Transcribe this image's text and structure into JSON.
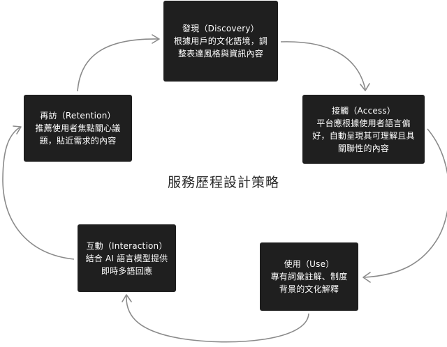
{
  "diagram": {
    "center_title": "服務歷程設計策略",
    "nodes": {
      "discovery": {
        "title": "發現（Discovery）",
        "desc_line1": "根據用戶的文化語境，調",
        "desc_line2": "整表達風格與資訊內容"
      },
      "access": {
        "title": "接觸（Access）",
        "desc_line1": "平台應根據使用者語言偏",
        "desc_line2": "好，自動呈現其可理解且具",
        "desc_line3": "關聯性的內容"
      },
      "use": {
        "title": "使用（Use）",
        "desc_line1": "專有詞彙註解、制度",
        "desc_line2": "背景的文化解釋"
      },
      "interaction": {
        "title": "互動（Interaction）",
        "desc_line1": "結合 AI 語言模型提供",
        "desc_line2": "即時多語回應"
      },
      "retention": {
        "title": "再訪（Retention）",
        "desc_line1": "推薦使用者焦點關心議",
        "desc_line2": "題，貼近需求的內容"
      }
    },
    "colors": {
      "node_fill": "#1f1f1f",
      "node_text": "#ffffff",
      "arrow": "#8a8a8a",
      "title_text": "#2a2a2a",
      "background": "#ffffff"
    }
  }
}
